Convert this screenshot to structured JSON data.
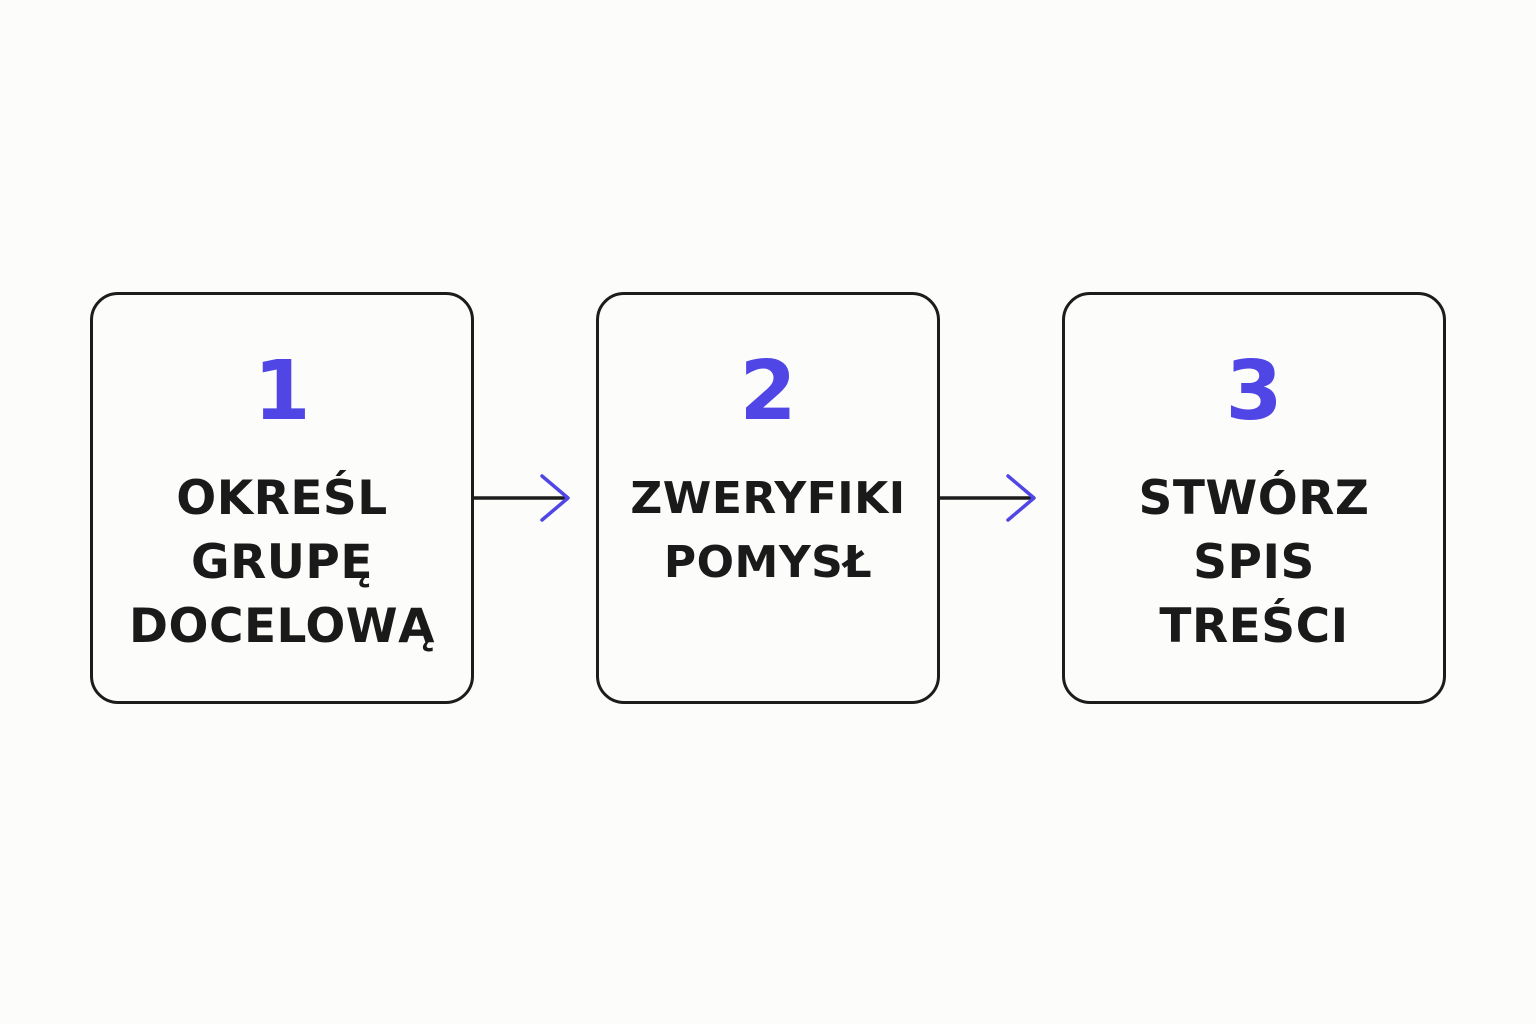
{
  "accent_color": "#4f46e5",
  "text_color": "#1a1a1a",
  "border_color": "#1c1c1c",
  "steps": [
    {
      "number": "1",
      "lines": [
        "OKREŚL",
        "GRUPĘ",
        "DOCELOWĄ"
      ]
    },
    {
      "number": "2",
      "lines": [
        "ZWERYFIKI",
        "POMYSŁ"
      ]
    },
    {
      "number": "3",
      "lines": [
        "STWÓRZ",
        "SPIS",
        "TREŚCI"
      ]
    }
  ]
}
